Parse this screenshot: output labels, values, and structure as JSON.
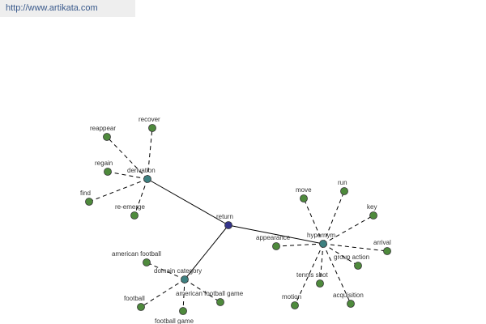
{
  "header": {
    "url": "http://www.artikata.com"
  },
  "graph": {
    "colors": {
      "root": "#33338a",
      "relation": "#3d8080",
      "leaf": "#4e8a3c",
      "edge": "#000000",
      "text": "#333333"
    },
    "root": {
      "id": "return",
      "label": "return"
    },
    "relations": [
      {
        "id": "derivation",
        "label": "derivation",
        "leaves": [
          {
            "id": "recover",
            "label": "recover"
          },
          {
            "id": "reappear",
            "label": "reappear"
          },
          {
            "id": "regain",
            "label": "regain"
          },
          {
            "id": "find",
            "label": "find"
          },
          {
            "id": "re-emerge",
            "label": "re-emerge"
          }
        ]
      },
      {
        "id": "hypernym",
        "label": "hypernym",
        "leaves": [
          {
            "id": "move",
            "label": "move"
          },
          {
            "id": "run",
            "label": "run"
          },
          {
            "id": "key",
            "label": "key"
          },
          {
            "id": "appearance",
            "label": "appearance"
          },
          {
            "id": "arrival",
            "label": "arrival"
          },
          {
            "id": "group-action",
            "label": "group action"
          },
          {
            "id": "tennis-shot",
            "label": "tennis shot"
          },
          {
            "id": "motion",
            "label": "motion"
          },
          {
            "id": "acquisition",
            "label": "acquisition"
          }
        ]
      },
      {
        "id": "domain-category",
        "label": "domain category",
        "leaves": [
          {
            "id": "american-football",
            "label": "american football"
          },
          {
            "id": "american-football-game",
            "label": "american football game"
          },
          {
            "id": "football",
            "label": "football"
          },
          {
            "id": "football-game",
            "label": "football game"
          }
        ]
      }
    ]
  }
}
